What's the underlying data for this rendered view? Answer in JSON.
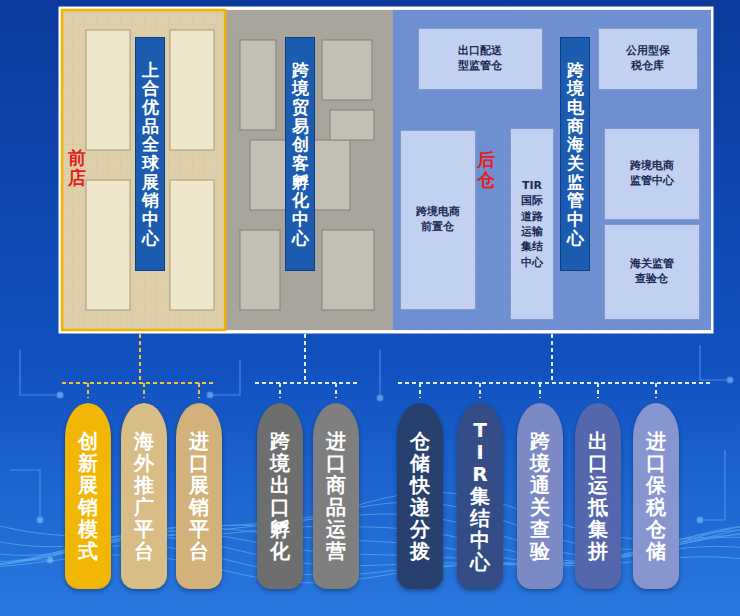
{
  "diagram": {
    "nodes": [
      {
        "text": [
          "前店"
        ]
      },
      {
        "text": [
          "上合优品全球展销中心"
        ],
        "in": 0
      },
      {
        "text": [
          "跨境贸易创客孵化中心"
        ]
      },
      {
        "text": [
          "后仓"
        ]
      },
      {
        "text": [
          "出口配送型监管仓"
        ],
        "in": 3
      },
      {
        "text": [
          "公用型保税仓库"
        ],
        "in": 3
      },
      {
        "text": [
          "跨境电商海关监管中心"
        ],
        "in": 3
      },
      {
        "text": [
          "跨境电商前置仓"
        ],
        "in": 3
      },
      {
        "text": [
          "TIR国际道路运输集结中心"
        ],
        "in": 3
      },
      {
        "text": [
          "跨境电商监管中心"
        ],
        "in": 3
      },
      {
        "text": [
          "海关监管查验仓"
        ],
        "in": 3
      },
      {
        "text": [
          "创新展销模式"
        ]
      },
      {
        "text": [
          "海外推广平台"
        ]
      },
      {
        "text": [
          "进口展销平台"
        ]
      },
      {
        "text": [
          "跨境出口孵化"
        ]
      },
      {
        "text": [
          "进口商品运营"
        ]
      },
      {
        "text": [
          "仓储快递分拨"
        ]
      },
      {
        "text": [
          "TIR集结中心"
        ]
      },
      {
        "text": [
          "跨境通关查验"
        ]
      },
      {
        "text": [
          "出口运抵集拼"
        ]
      },
      {
        "text": [
          "进口保税仓储"
        ]
      }
    ]
  }
}
